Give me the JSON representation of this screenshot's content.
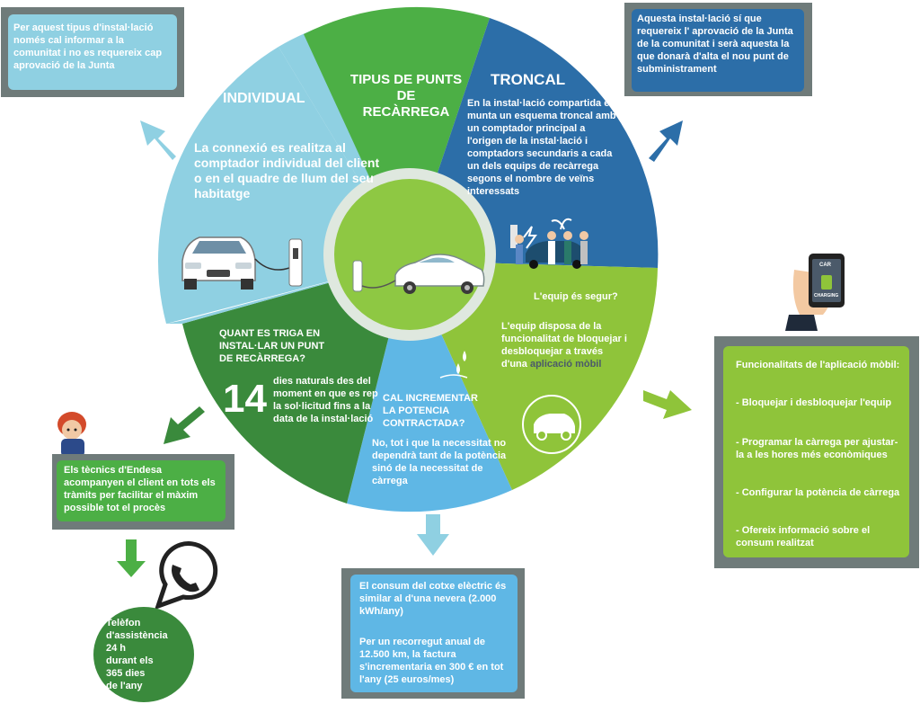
{
  "colors": {
    "light_blue": "#8fd0e2",
    "dark_blue": "#2c6ea8",
    "green": "#4caf45",
    "dark_green": "#3a8a3c",
    "light_green": "#8fc43a",
    "sky_blue": "#5fb7e5",
    "gray_frame": "#6f7b7a"
  },
  "wheel": {
    "center_title": "TIPUS DE PUNTS\nDE\nRECÀRREGA",
    "individual": {
      "title": "INDIVIDUAL",
      "text": "La connexió es realitza al comptador individual del client o en el quadre de llum del seu habitatge"
    },
    "troncal": {
      "title": "TRONCAL",
      "text": "En la instal·lació compartida es munta un esquema troncal amb un comptador principal a l'origen de la instal·lació i comptadors secundaris a cada un dels equips de recàrrega segons el nombre de veïns interessats"
    },
    "security": {
      "question": "L'equip és segur?",
      "answer_prefix": "L'equip disposa de la funcionalitat de bloquejar i desbloquejar a través d'una ",
      "answer_link": "aplicació mòbil"
    },
    "time": {
      "question": "QUANT ES TRIGA EN INSTAL·LAR UN PUNT DE RECÀRREGA?",
      "number": "14",
      "text": "dies naturals des del moment en que es rep la sol·licitud fins a la data de la instal·lació"
    },
    "power": {
      "question": "CAL INCREMENTAR LA POTENCIA CONTRACTADA?",
      "text": "No, tot i que la necessitat no dependrà tant de la potència sinó de la necessitat de càrrega"
    }
  },
  "boxes": {
    "top_left": "Per aquest tipus d'instal·lació només cal informar a la comunitat i no es requereix cap aprovació de la Junta",
    "top_right": "Aquesta instal·lació sí que requereix l' aprovació de la Junta de la comunitat i serà aquesta la que donarà d'alta el nou punt de subministrament",
    "left": "Els tècnics d'Endesa acompanyen el client en tots els tràmits per facilitar el màxim possible tot el procès",
    "bottom": {
      "p1": "El consum del cotxe elèctric és similar al d'una nevera (2.000 kWh/any)",
      "p2": "Per un recorregut anual de 12.500 km, la factura s'incrementaria en 300 € en tot l'any (25 euros/mes)"
    },
    "app": {
      "title": "Funcionalitats de l'aplicació mòbil:",
      "items": [
        "- Bloquejar i desbloquejar l'equip",
        "- Programar la càrrega per ajustar-la a les hores més econòmiques",
        "- Configurar la potència de càrrega",
        "- Ofereix informació sobre el consum realitzat"
      ]
    }
  },
  "assist": "Telèfon\nd'assistència\n24 h\ndurant els\n365 dies\nde l'any",
  "phone": {
    "line1": "CAR",
    "line2": "CHARGING"
  }
}
